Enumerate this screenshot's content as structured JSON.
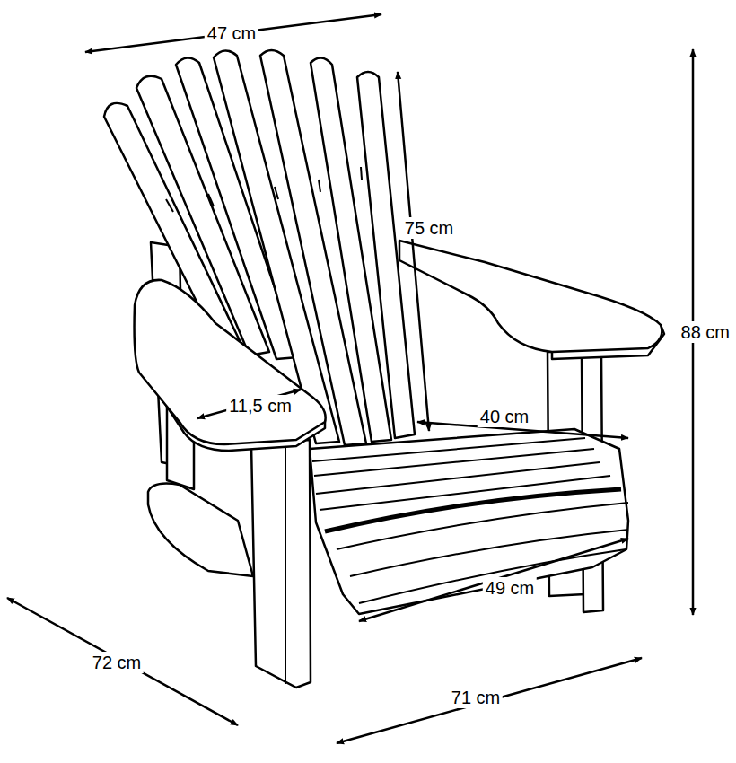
{
  "diagram": {
    "labels": [
      "47 cm",
      "75 cm",
      "88 cm",
      "11,5 cm",
      "40 cm",
      "49 cm",
      "72 cm",
      "71 cm"
    ]
  }
}
